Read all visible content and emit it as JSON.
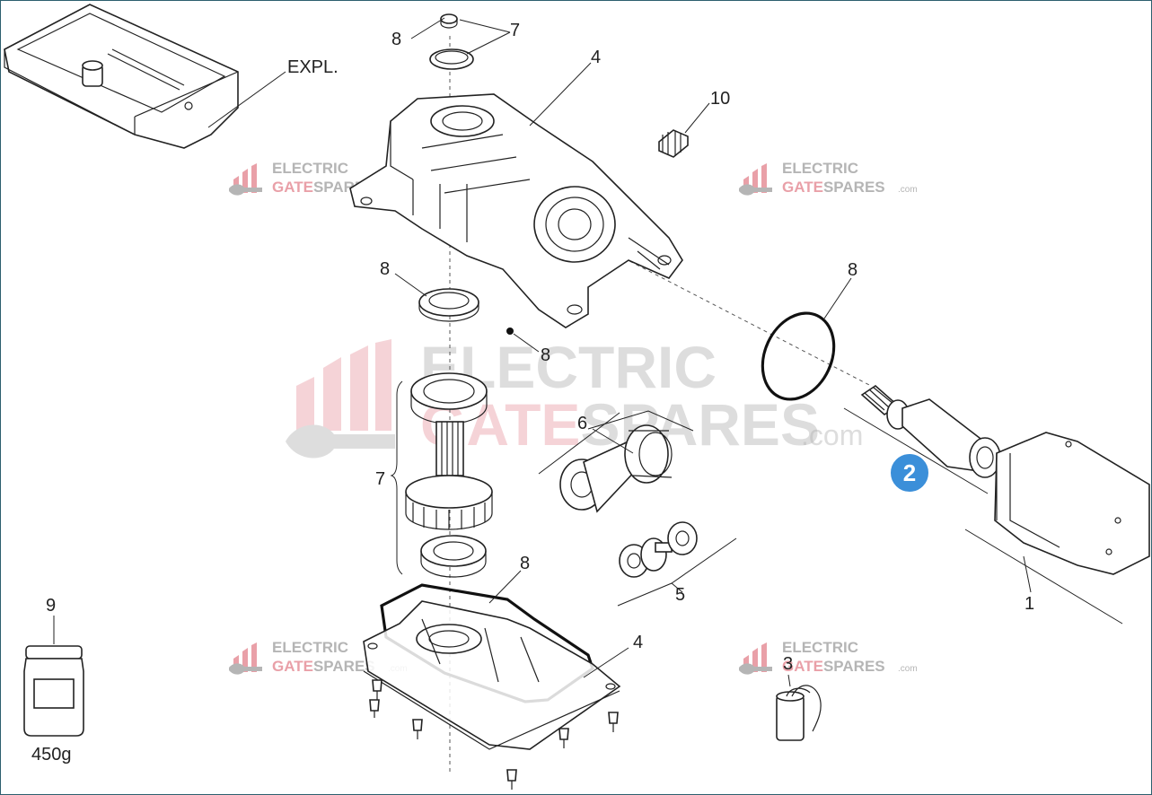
{
  "labels": {
    "expl": "EXPL.",
    "cover_seal": "8",
    "cover_circlip": "7",
    "gearbox_top_upper": "4",
    "breather_plug": "10",
    "seal_below_gearbox": "8",
    "oring_motor": "8",
    "ball_small": "8",
    "gear_set_left": "7",
    "gear_6": "6",
    "gear_5": "5",
    "motor": "1",
    "gasket_bottom": "8",
    "gearbox_bottom": "4",
    "capacitor": "3",
    "grease": "9",
    "grease_weight": "450g"
  },
  "badge": {
    "number": "2",
    "color": "#3b8fd9"
  },
  "watermark": {
    "line1_a": "ELECTRIC",
    "line2_pink": "GATE",
    "line2_grey": "SPARES",
    "domain": ".com",
    "pink_color": "#e9a0a8",
    "grey_color": "#b5b5b5"
  }
}
